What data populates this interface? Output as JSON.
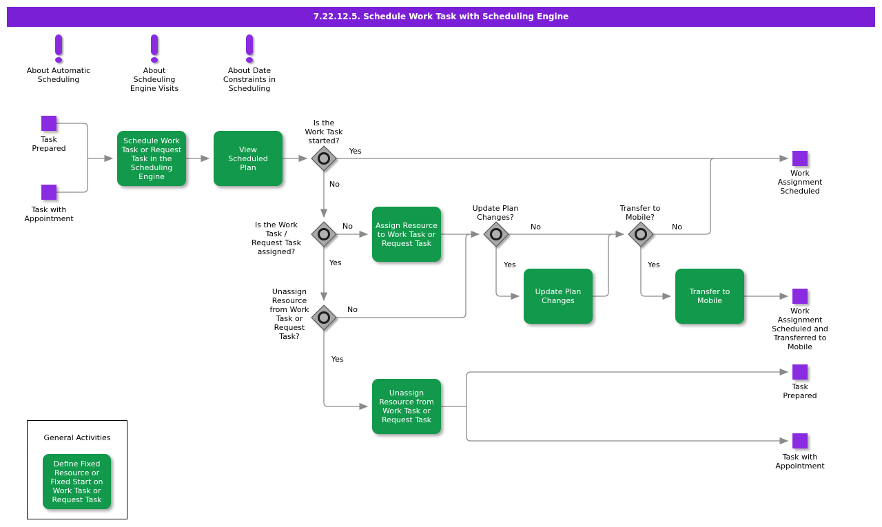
{
  "title": "7.22.12.5. Schedule Work Task with Scheduling Engine",
  "branch_labels": {
    "yes": "Yes",
    "no": "No"
  },
  "notes": [
    {
      "label": "About Automatic\nScheduling"
    },
    {
      "label": "About\nSchdeuling\nEngine Visits"
    },
    {
      "label": "About Date\nConstraints in\nScheduling"
    }
  ],
  "events": {
    "task_prepared_start": "Task\nPrepared",
    "task_with_appointment_start": "Task with\nAppointment",
    "work_assignment_scheduled": "Work\nAssignment\nScheduled",
    "work_assignment_scheduled_mobile": "Work\nAssignment\nScheduled and\nTransferred to\nMobile",
    "task_prepared_end": "Task\nPrepared",
    "task_with_appointment_end": "Task with\nAppointment"
  },
  "activities": {
    "schedule_work_task": "Schedule Work\nTask or Request\nTask in the\nScheduling\nEngine",
    "view_scheduled_plan": "View\nScheduled\nPlan",
    "assign_resource": "Assign Resource\nto Work Task or\nRequest Task",
    "update_plan_changes": "Update Plan\nChanges",
    "transfer_to_mobile": "Transfer to\nMobile",
    "unassign_resource": "Unassign\nResource from\nWork Task or\nRequest Task"
  },
  "decisions": {
    "work_task_started": "Is the\nWork Task\nstarted?",
    "work_task_assigned": "Is the Work\nTask /\nRequest Task\nassigned?",
    "unassign_resource": "Unassign\nResource\nfrom Work\nTask or\nRequest\nTask?",
    "update_plan_changes": "Update Plan\nChanges?",
    "transfer_to_mobile": "Transfer to\nMobile?"
  },
  "general_activities": {
    "title": "General Activities",
    "define_fixed": "Define Fixed\nResource or\nFixed Start on\nWork Task or\nRequest Task"
  },
  "colors": {
    "title_bar": "#7b1fd6",
    "node_purple": "#8a2be2",
    "activity_green": "#12994b",
    "connector": "#8a8a8a"
  }
}
